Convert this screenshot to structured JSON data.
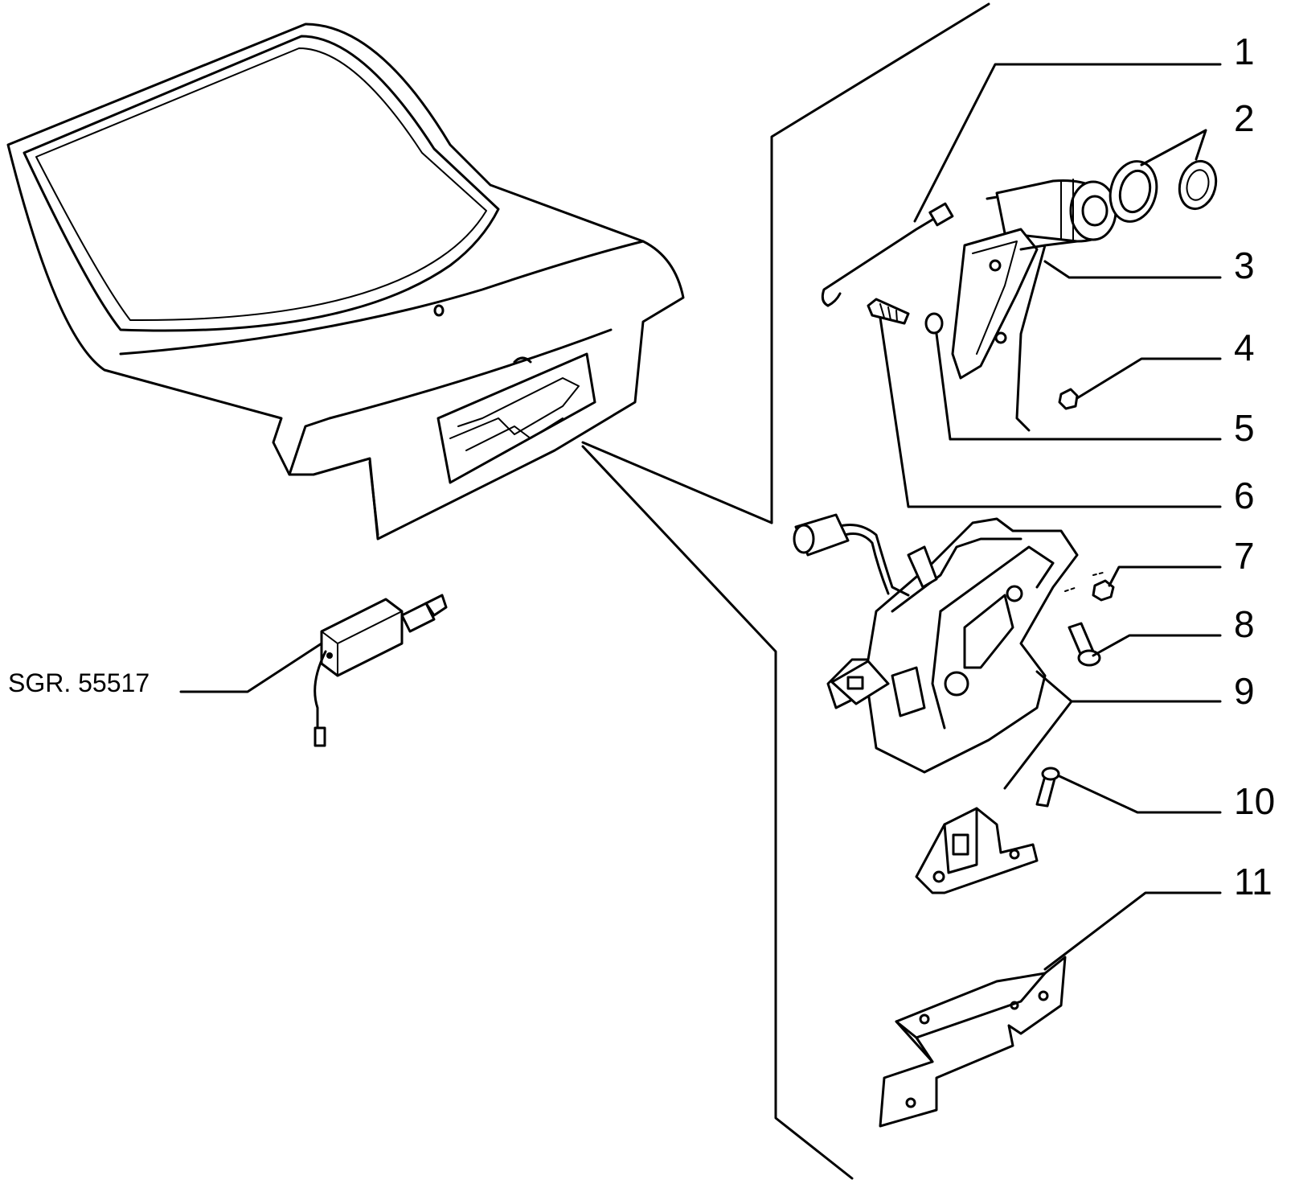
{
  "reference_label": "SGR. 55517",
  "callouts": [
    "1",
    "2",
    "3",
    "4",
    "5",
    "6",
    "7",
    "8",
    "9",
    "10",
    "11"
  ],
  "colors": {
    "line": "#000000",
    "background": "#ffffff"
  }
}
